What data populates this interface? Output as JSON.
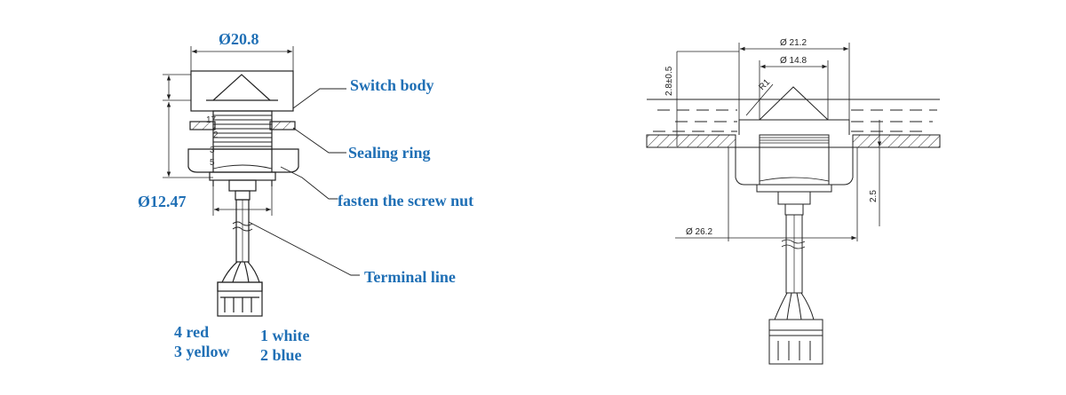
{
  "colors": {
    "label": "#1f6fb5",
    "line": "#222222"
  },
  "left": {
    "dim_top": "Ø20.8",
    "dim_bottom": "Ø12.47",
    "labels": {
      "switch_body": "Switch body",
      "sealing_ring": "Sealing ring",
      "screw_nut": "fasten the screw nut",
      "terminal_line": "Terminal line"
    },
    "thread_marks": [
      "17",
      "2",
      "3",
      "5"
    ],
    "wires": {
      "w4": "4 red",
      "w3": "3 yellow",
      "w1": "1 white",
      "w2": "2 blue"
    }
  },
  "right": {
    "dim_outer": "Ø 21.2",
    "dim_inner": "Ø 14.8",
    "radius": "R1",
    "height": "2.8±0.5",
    "depth": "2.5",
    "dim_nut": "Ø 26.2"
  }
}
